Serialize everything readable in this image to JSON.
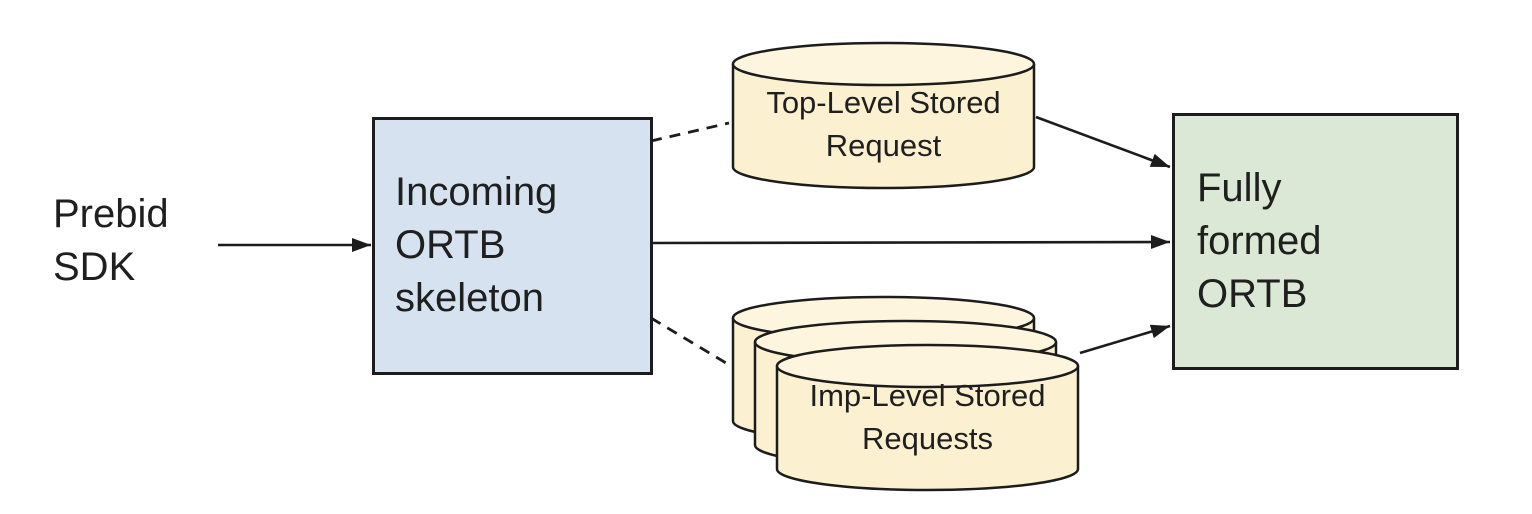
{
  "nodes": {
    "prebid_sdk": "Prebid SDK",
    "incoming_ortb": "Incoming ORTB skeleton",
    "top_level_stored_request": "Top-Level Stored Request",
    "imp_level_stored_requests": "Imp-Level Stored Requests",
    "fully_formed_ortb": "Fully formed ORTB"
  },
  "colors": {
    "box_blue": "#d7e2f0",
    "box_green": "#dbe8d5",
    "cylinder_body": "#fbf0cf",
    "cylinder_top": "#fdf5dd",
    "stroke": "#1c1c1c",
    "text": "#1f1f1f",
    "background": "#ffffff"
  }
}
